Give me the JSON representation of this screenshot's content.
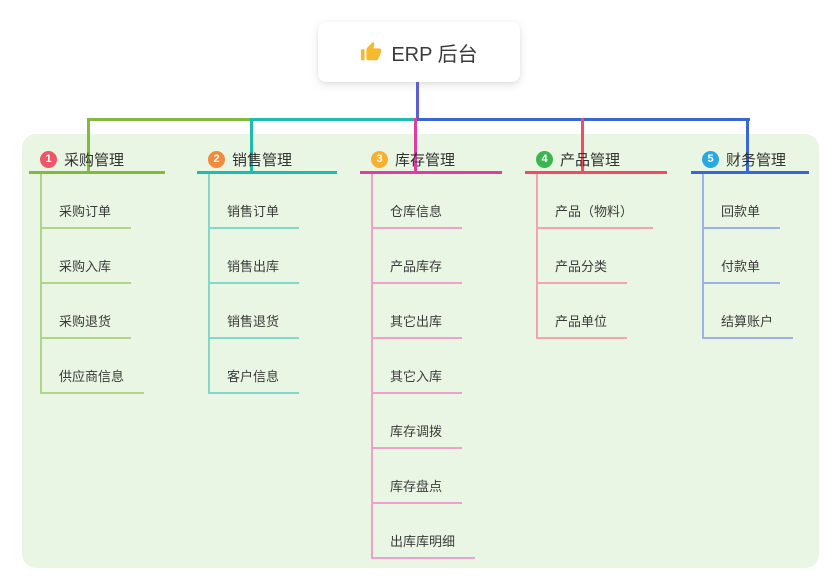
{
  "root": {
    "label": "ERP 后台",
    "icon": "thumbs-up-icon",
    "icon_color": "#f6b82c"
  },
  "theme": {
    "page_bg": "#ffffff",
    "panel_bg": "#e9f6e3",
    "trunk_color": "#5a5fd3",
    "text_color": "#333333"
  },
  "branches": [
    {
      "number": "1",
      "label": "采购管理",
      "badge_color": "#ee5567",
      "line_color": "#82b93f",
      "sub_line_color": "#aed588",
      "items": [
        "采购订单",
        "采购入库",
        "采购退货",
        "供应商信息"
      ]
    },
    {
      "number": "2",
      "label": "销售管理",
      "badge_color": "#f28a3d",
      "line_color": "#20bcab",
      "sub_line_color": "#84d8cb",
      "items": [
        "销售订单",
        "销售出库",
        "销售退货",
        "客户信息"
      ]
    },
    {
      "number": "3",
      "label": "库存管理",
      "badge_color": "#f7b02f",
      "line_color": "#e03da0",
      "sub_line_color": "#f0a0ce",
      "items": [
        "仓库信息",
        "产品库存",
        "其它出库",
        "其它入库",
        "库存调拨",
        "库存盘点",
        "出库库明细"
      ]
    },
    {
      "number": "4",
      "label": "产品管理",
      "badge_color": "#3cb452",
      "line_color": "#f54a5f",
      "sub_line_color": "#f8a3ac",
      "items": [
        "产品（物料）",
        "产品分类",
        "产品单位"
      ]
    },
    {
      "number": "5",
      "label": "财务管理",
      "badge_color": "#29a9e1",
      "line_color": "#3b66d1",
      "sub_line_color": "#9cb1e7",
      "items": [
        "回款单",
        "付款单",
        "结算账户"
      ]
    }
  ]
}
